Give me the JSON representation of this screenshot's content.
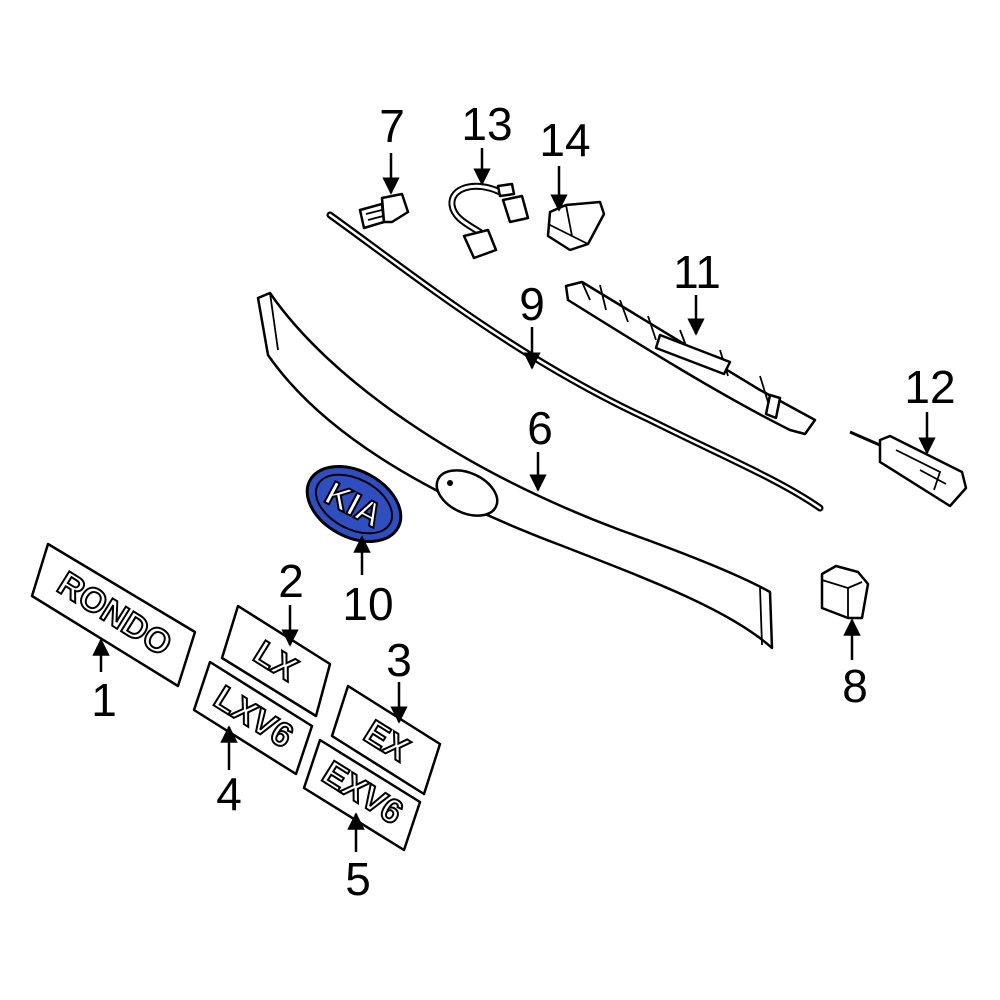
{
  "colors": {
    "highlight": "#3a57c9",
    "line": "#000000",
    "background": "#ffffff"
  },
  "badges": {
    "rondo": "RONDO",
    "lx": "LX",
    "lxv6": "LXV6",
    "ex": "EX",
    "exv6": "EXV6",
    "kia": "KIA"
  },
  "callouts": {
    "c1": "1",
    "c2": "2",
    "c3": "3",
    "c4": "4",
    "c5": "5",
    "c6": "6",
    "c7": "7",
    "c8": "8",
    "c9": "9",
    "c10": "10",
    "c11": "11",
    "c12": "12",
    "c13": "13",
    "c14": "14"
  }
}
